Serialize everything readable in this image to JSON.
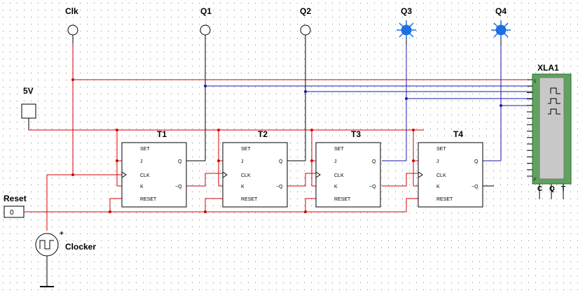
{
  "probes": [
    {
      "label": "Clk",
      "state": "off"
    },
    {
      "label": "Q1",
      "state": "off"
    },
    {
      "label": "Q2",
      "state": "off"
    },
    {
      "label": "Q3",
      "state": "on"
    },
    {
      "label": "Q4",
      "state": "on"
    }
  ],
  "colors": {
    "grid_dot": "#808080",
    "wire_red": "#d40000",
    "wire_blue": "#1a1aa8",
    "probe_on": "#1e6fe0",
    "analyzer_body": "#5fa35f",
    "analyzer_screen": "#c8c8c8"
  },
  "source_5v": {
    "label": "5V"
  },
  "reset_switch": {
    "label": "Reset",
    "value": "0"
  },
  "clock_source": {
    "label": "Clocker",
    "polarity": "+"
  },
  "flipflops": [
    {
      "name": "T1"
    },
    {
      "name": "T2"
    },
    {
      "name": "T3"
    },
    {
      "name": "T4"
    }
  ],
  "ff_pins": {
    "set": "SET",
    "j": "J",
    "clk": "CLK",
    "k": "K",
    "reset": "RESET",
    "q": "Q",
    "qbar": "~Q"
  },
  "analyzer": {
    "label": "XLA1",
    "pin1": "1",
    "pinF": "F",
    "bottom_pins": [
      "C",
      "Q",
      "T"
    ]
  }
}
